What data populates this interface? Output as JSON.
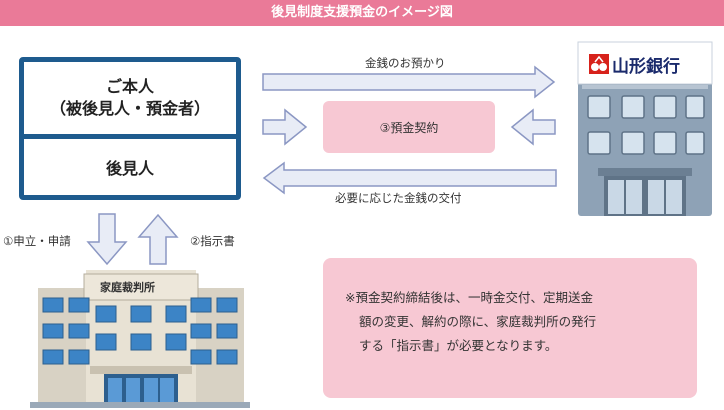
{
  "title": "後見制度支援預金のイメージ図",
  "person": {
    "line1": "ご本人",
    "line2": "（被後見人・預金者）",
    "guardian": "後見人"
  },
  "bank": {
    "name": "山形銀行"
  },
  "court": {
    "name": "家庭裁判所"
  },
  "flows": {
    "deposit": "金銭のお預かり",
    "contract": "③預金契約",
    "payout": "必要に応じた金銭の交付",
    "apply": "①申立・申請",
    "instruction": "②指示書"
  },
  "note": {
    "line1": "※預金契約締結後は、一時金交付、定期送金",
    "line2": "額の変更、解約の際に、家庭裁判所の発行",
    "line3": "する「指示書」が必要となります。"
  },
  "colors": {
    "title_bg": "#ea7a98",
    "navy": "#1e5b8e",
    "pink_box": "#f7c8d3",
    "arrow_fill": "#e8ecf6",
    "arrow_stroke": "#8b97c3",
    "bank_red": "#d7221b"
  }
}
